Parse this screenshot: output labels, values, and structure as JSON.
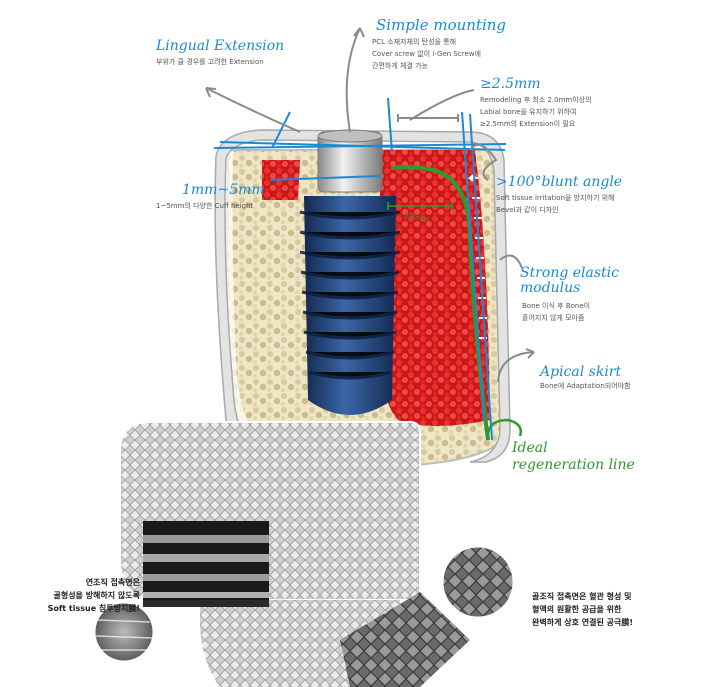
{
  "colors": {
    "annotation_blue": "#1a8ad4",
    "regeneration_green": "#2e9a2e",
    "bone_red": "#e02424",
    "implant_navy": "#1f3d7a",
    "bone_beige": "#d8c9a0",
    "membrane_grey": "#d9d9d9"
  },
  "annotations": {
    "simple_mounting": {
      "title": "Simple mounting",
      "lines": [
        "PCL 소재자체의 탄성을 통해",
        "Cover screw 없이 i-Gen Screw에",
        "간편하게 체결 가능"
      ]
    },
    "lingual_extension": {
      "title": "Lingual Extension",
      "lines": [
        "부위가 클 경우를 고려한 Extension"
      ]
    },
    "gap_2_5mm": {
      "title": "≥2.5mm",
      "lines": [
        "Remodeling 후 최소 2.0mm이상의",
        "Labial bone을 유지하기 위하여",
        "≥2.5mm의 Extension이 필요"
      ]
    },
    "cuff_height": {
      "title": "1mm~5mm",
      "lines": [
        "1~5mm의 다양한 Cuff height"
      ]
    },
    "blunt_angle": {
      "title": ">100°blunt angle",
      "lines": [
        "Soft tissue irritation을 방지하기 위해",
        "Bevel과 같이 디자인"
      ]
    },
    "elastic_modulus": {
      "title_line1": "Strong elastic",
      "title_line2": "modulus",
      "lines": [
        "Bone 이식 후 Bone이",
        "흩어지지 않게 모아줌"
      ]
    },
    "apical_skirt": {
      "title": "Apical skirt",
      "lines": [
        "Bone에 Adaptation되어야함"
      ]
    },
    "regeneration": {
      "line1": "Ideal",
      "line2": "regeneration line"
    },
    "measure_label": "2.5mm"
  },
  "callouts": {
    "soft_tissue": {
      "lines": [
        "연조직 접촉면은",
        "골형성을 방해하지 않도록",
        "Soft tissue 침투방지膜!"
      ]
    },
    "bone_contact": {
      "lines": [
        "골조직 접촉면은 혈관 형성 및",
        "혈액의 원활한 공급을 위한",
        "완벽하게 상호 연결된 공극膜!"
      ]
    }
  }
}
